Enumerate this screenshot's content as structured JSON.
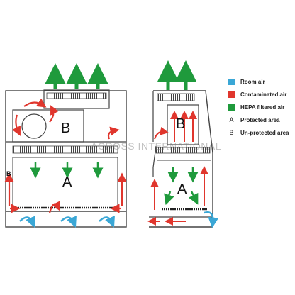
{
  "colors": {
    "room_air": "#3aa7d6",
    "contaminated_air": "#e0362d",
    "hepa_filtered_air": "#1f9a3c",
    "outline": "#444444"
  },
  "legend": [
    {
      "key": "room_air",
      "label": "Room air",
      "icon": "blue-square"
    },
    {
      "key": "contaminated_air",
      "label": "Contaminated air",
      "icon": "red-square"
    },
    {
      "key": "hepa_filtered_air",
      "label": "HEPA filtered air",
      "icon": "green-square"
    },
    {
      "key": "protected_area",
      "letter": "A",
      "label": "Protected area"
    },
    {
      "key": "unprotected_area",
      "letter": "B",
      "label": "Un-protected area"
    }
  ],
  "front_view": {
    "zone_b": "B",
    "zone_a": "A",
    "side_b": "B"
  },
  "side_view": {
    "zone_b": "B",
    "zone_a": "A"
  },
  "watermark": "ACROSS INTERNATIONAL"
}
